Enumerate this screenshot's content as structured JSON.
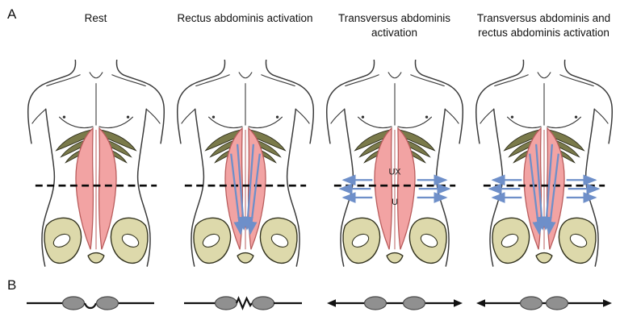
{
  "figure": {
    "panel_a_label": "A",
    "panel_b_label": "B"
  },
  "columns": [
    {
      "title": "Rest",
      "arrows": "none",
      "schematic": "slack"
    },
    {
      "title": "Rectus abdominis activation",
      "arrows": "down",
      "schematic": "spring"
    },
    {
      "title": "Transversus abdominis activation",
      "arrows": "out",
      "schematic": "stretched",
      "labels": {
        "upper": "UX",
        "lower": "U"
      }
    },
    {
      "title": "Transversus abdominis and rectus abdominis activation",
      "arrows": "both",
      "schematic": "stretched-short"
    }
  ],
  "colors": {
    "muscle_fill": "#f2a3a3",
    "muscle_stroke": "#b85c5c",
    "rib_fill": "#7a7a4a",
    "rib_dark": "#2e2e1c",
    "pelvis_fill": "#ddd9ab",
    "pelvis_stroke": "#33331f",
    "outline": "#3a3a3a",
    "arrow_blue": "#6e8fc9",
    "schematic_gray": "#909090"
  }
}
